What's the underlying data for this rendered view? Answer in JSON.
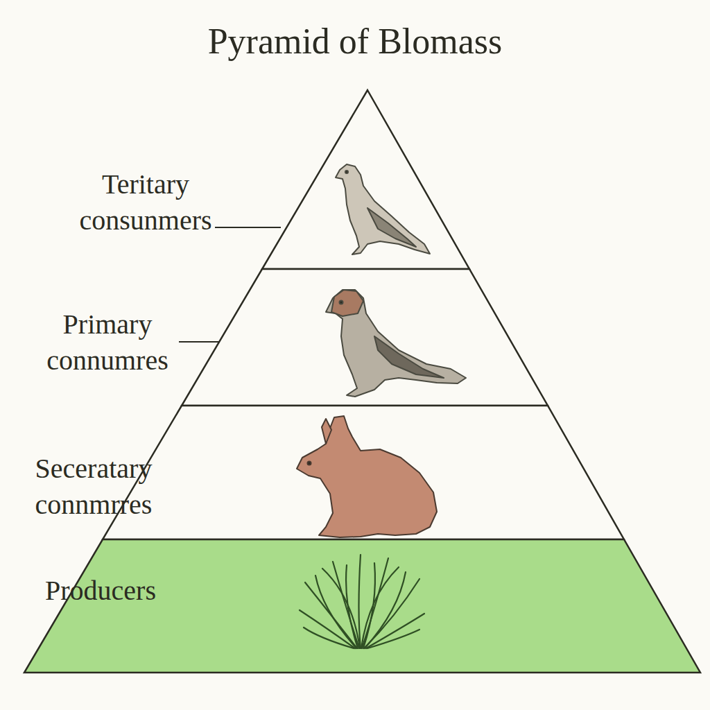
{
  "diagram": {
    "title": "Pyramid of Blomass",
    "nodes": [
      {
        "text": [
          "Teritary consunmers"
        ]
      },
      {
        "text": [
          "Primary connumres"
        ]
      },
      {
        "text": [
          "Seceratary connmrres"
        ]
      },
      {
        "text": [
          "Producers"
        ]
      }
    ]
  }
}
